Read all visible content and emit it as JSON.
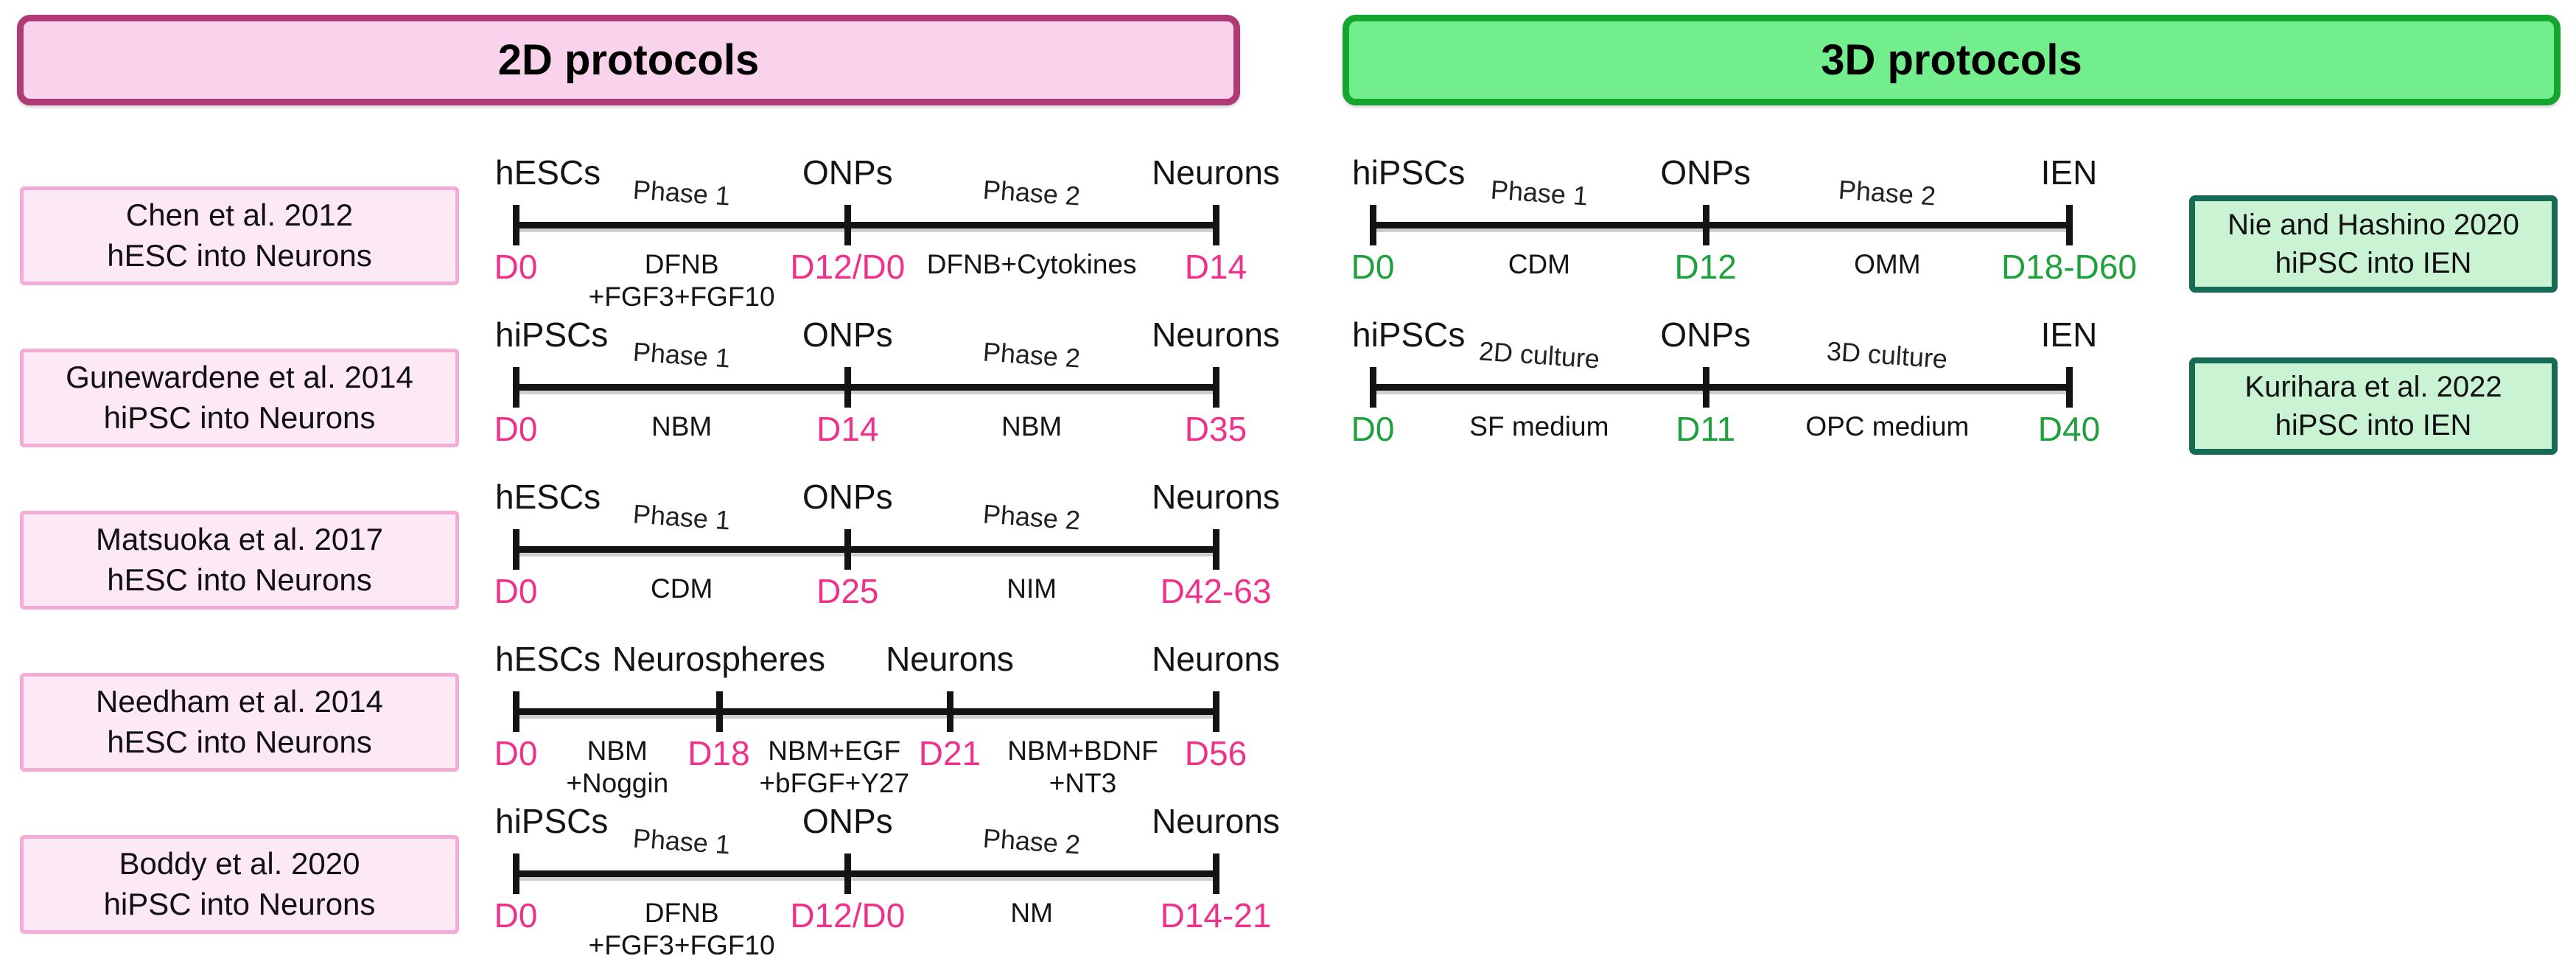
{
  "title_2d": "2D protocols",
  "title_3d": "3D protocols",
  "colors": {
    "header_2d_fill": "#F9D3EB",
    "header_2d_border": "#AF3A76",
    "header_3d_fill": "#72EE8D",
    "header_3d_border": "#16A52F",
    "citation_2d_fill": "#FDE9F5",
    "citation_2d_border": "#F4ACD6",
    "citation_3d_fill": "#C9F3D3",
    "citation_3d_border": "#166B55",
    "day_label_2d": "#F0318C",
    "day_label_3d": "#1EA03C",
    "timeline": "#141414"
  },
  "protocols_2d": [
    {
      "label_line1": "Chen et al. 2012",
      "label_line2": "hESC into Neurons",
      "stages": [
        "hESCs",
        "ONPs",
        "Neurons"
      ],
      "days": [
        "D0",
        "D12/D0",
        "D14"
      ],
      "phases": [
        "Phase 1",
        "Phase 2"
      ],
      "media": [
        "DFNB\n+FGF3+FGF10",
        "DFNB+Cytokines"
      ],
      "tick_fractions": [
        0,
        0.474,
        1
      ]
    },
    {
      "label_line1": "Gunewardene et al. 2014",
      "label_line2": "hiPSC into Neurons",
      "stages": [
        "hiPSCs",
        "ONPs",
        "Neurons"
      ],
      "days": [
        "D0",
        "D14",
        "D35"
      ],
      "phases": [
        "Phase 1",
        "Phase 2"
      ],
      "media": [
        "NBM",
        "NBM"
      ],
      "tick_fractions": [
        0,
        0.474,
        1
      ]
    },
    {
      "label_line1": "Matsuoka et al. 2017",
      "label_line2": "hESC into Neurons",
      "stages": [
        "hESCs",
        "ONPs",
        "Neurons"
      ],
      "days": [
        "D0",
        "D25",
        "D42-63"
      ],
      "phases": [
        "Phase 1",
        "Phase 2"
      ],
      "media": [
        "CDM",
        "NIM"
      ],
      "tick_fractions": [
        0,
        0.474,
        1
      ]
    },
    {
      "label_line1": "Needham et al. 2014",
      "label_line2": "hESC into Neurons",
      "stages": [
        "hESCs",
        "Neurospheres",
        "Neurons",
        "Neurons"
      ],
      "days": [
        "D0",
        "D18",
        "D21",
        "D56"
      ],
      "phases": [
        "",
        "",
        ""
      ],
      "media": [
        "NBM\n+Noggin",
        "NBM+EGF\n+bFGF+Y27",
        "NBM+BDNF\n+NT3"
      ],
      "tick_fractions": [
        0,
        0.29,
        0.62,
        1
      ]
    },
    {
      "label_line1": "Boddy et al. 2020",
      "label_line2": "hiPSC into Neurons",
      "stages": [
        "hiPSCs",
        "ONPs",
        "Neurons"
      ],
      "days": [
        "D0",
        "D12/D0",
        "D14-21"
      ],
      "phases": [
        "Phase 1",
        "Phase 2"
      ],
      "media": [
        "DFNB\n+FGF3+FGF10",
        "NM"
      ],
      "tick_fractions": [
        0,
        0.474,
        1
      ]
    }
  ],
  "protocols_3d": [
    {
      "label_line1": "Nie and Hashino 2020",
      "label_line2": "hiPSC into IEN",
      "stages": [
        "hiPSCs",
        "ONPs",
        "IEN"
      ],
      "days": [
        "D0",
        "D12",
        "D18-D60"
      ],
      "phases": [
        "Phase 1",
        "Phase 2"
      ],
      "media": [
        "CDM",
        "OMM"
      ],
      "tick_fractions": [
        0,
        0.478,
        1
      ]
    },
    {
      "label_line1": "Kurihara et al. 2022",
      "label_line2": "hiPSC into IEN",
      "stages": [
        "hiPSCs",
        "ONPs",
        "IEN"
      ],
      "days": [
        "D0",
        "D11",
        "D40"
      ],
      "phases": [
        "2D culture",
        "3D culture"
      ],
      "media": [
        "SF medium",
        "OPC medium"
      ],
      "tick_fractions": [
        0,
        0.478,
        1
      ]
    }
  ]
}
